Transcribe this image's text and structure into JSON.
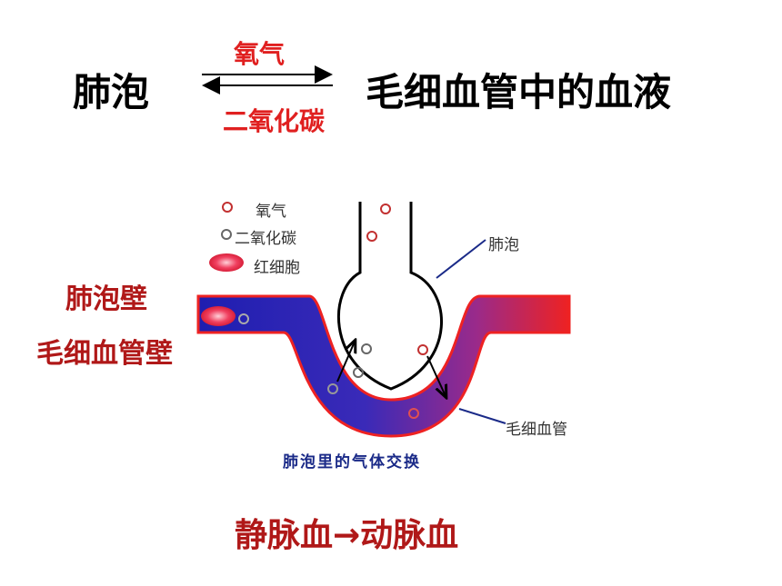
{
  "header": {
    "left": "肺泡",
    "right": "毛细血管中的血液",
    "arrow_top": "氧气",
    "arrow_bottom": "二氧化碳"
  },
  "side_labels": {
    "wall_alveolus": "肺泡壁",
    "wall_capillary": "毛细血管壁"
  },
  "legend": {
    "oxygen": "氧气",
    "co2": "二氧化碳",
    "rbc": "红细胞"
  },
  "callouts": {
    "alveolus": "肺泡",
    "capillary": "毛细血管"
  },
  "caption": "肺泡里的气体交换",
  "footer": "静脉血→动脉血",
  "colors": {
    "accent_red": "#e02020",
    "dark_red": "#b01818",
    "vessel_blue": "#2a2ab8",
    "vessel_red": "#ee2222"
  }
}
